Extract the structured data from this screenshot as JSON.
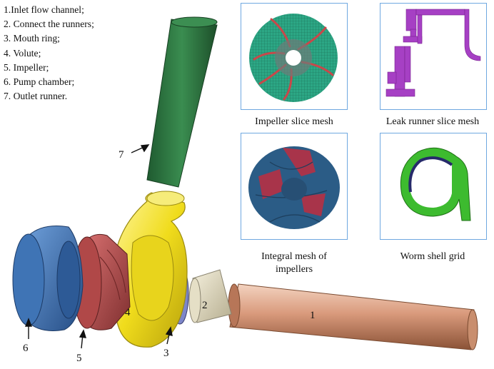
{
  "legend": [
    "1.Inlet flow channel;",
    "2. Connect the runners;",
    "3. Mouth ring;",
    "4. Volute;",
    "5. Impeller;",
    "6. Pump chamber;",
    "7. Outlet runner."
  ],
  "panels": {
    "impeller_slice": "Impeller slice mesh",
    "leak_runner": "Leak runner slice mesh",
    "integral_mesh_line1": "Integral mesh of",
    "integral_mesh_line2": "impellers",
    "worm_shell": "Worm shell grid"
  },
  "part_labels": {
    "p1": "1",
    "p2": "2",
    "p3": "3",
    "p4": "4",
    "p5": "5",
    "p6": "6",
    "p7": "7"
  },
  "colors": {
    "inlet_channel": "#c98e6e",
    "connect_runner": "#d8d2b8",
    "mouth_ring": "#7d86c9",
    "volute": "#f2e21c",
    "impeller": "#b04848",
    "pump_chamber": "#3f74b5",
    "outlet_runner": "#2f7a43",
    "panel_border": "#6fa8e0"
  }
}
